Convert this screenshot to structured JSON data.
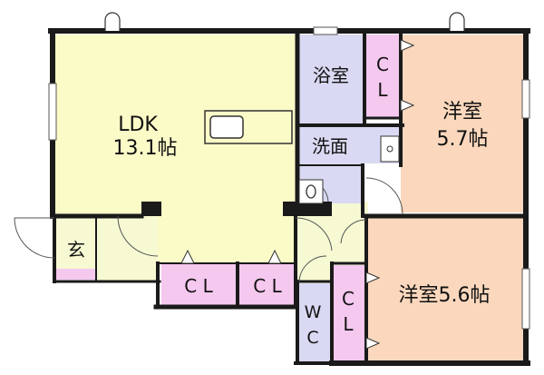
{
  "rooms": {
    "ldk": {
      "name": "LDK",
      "size": "13.1帖"
    },
    "bath": {
      "name": "浴室"
    },
    "closet_top": {
      "line1": "C",
      "line2": "L"
    },
    "bedroom1": {
      "name": "洋室",
      "size": "5.7帖"
    },
    "washroom": {
      "name": "洗面"
    },
    "entrance": {
      "name": "玄"
    },
    "closet_a": {
      "name": "C L"
    },
    "closet_b": {
      "name": "C L"
    },
    "toilet": {
      "line1": "W",
      "line2": "C"
    },
    "closet_right": {
      "line1": "C",
      "line2": "L"
    },
    "bedroom2": {
      "name": "洋室5.6帖"
    }
  },
  "colors": {
    "ldk": "#fbfbc8",
    "bedroom": "#fbd8bd",
    "closet": "#f5c8ef",
    "wet": "#d9d9f3",
    "corridor": "#f6f9d2",
    "wall": "#1a1a1a"
  }
}
